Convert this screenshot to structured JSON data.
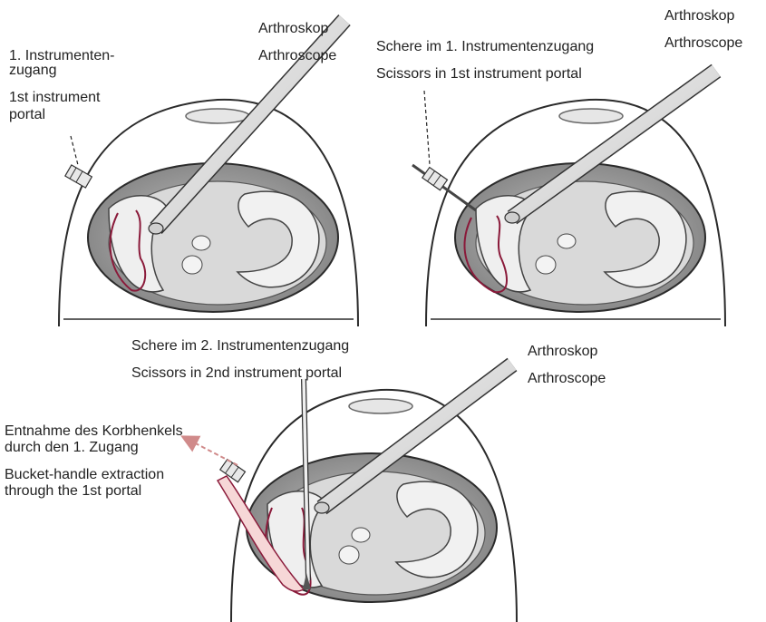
{
  "panels": [
    {
      "labels": {
        "portal_de_line1": "1. Instrumenten-",
        "portal_de_line2": "zugang",
        "portal_en_line1": "1st instrument",
        "portal_en_line2": "portal",
        "scope_de": "Arthroskop",
        "scope_en": "Arthroscope"
      }
    },
    {
      "labels": {
        "scissors_de": "Schere im 1. Instrumentenzugang",
        "scissors_en": "Scissors in 1st instrument portal",
        "scope_de": "Arthroskop",
        "scope_en": "Arthroscope"
      }
    },
    {
      "labels": {
        "scissors_de": "Schere im 2. Instrumentenzugang",
        "scissors_en": "Scissors in 2nd instrument portal",
        "scope_de": "Arthroskop",
        "scope_en": "Arthroscope",
        "extraction_de_line1": "Entnahme des Korbhenkels",
        "extraction_de_line2": "durch den 1. Zugang",
        "extraction_en_line1": "Bucket-handle extraction",
        "extraction_en_line2": "through the 1st portal"
      }
    }
  ],
  "colors": {
    "outline": "#2b2b2b",
    "tear_line": "#8a1a3a",
    "cavity": "#9b9b9b",
    "tissue": "#d9d9d9",
    "scope_shaft": "#eaeaea",
    "arrow": "#d08a8a"
  }
}
